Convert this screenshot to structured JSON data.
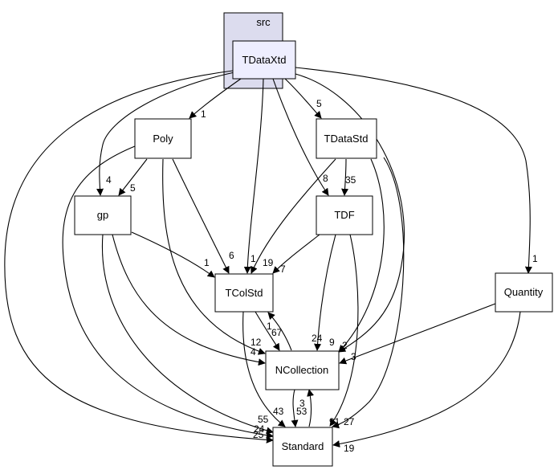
{
  "cluster": {
    "label": "src"
  },
  "nodes": {
    "tdataxtd": "TDataXtd",
    "poly": "Poly",
    "tdatastd": "TDataStd",
    "gp": "gp",
    "tdf": "TDF",
    "tcolstd": "TColStd",
    "quantity": "Quantity",
    "ncollection": "NCollection",
    "standard": "Standard"
  },
  "edges": {
    "tdataxtd_poly": "1",
    "tdataxtd_tdatastd": "5",
    "tdataxtd_gp": "4",
    "tdataxtd_tdf": "8",
    "tdataxtd_tcolstd": "1",
    "tdataxtd_quantity": "1",
    "tdataxtd_ncollection": "9",
    "tdataxtd_standard": "25",
    "poly_gp": "5",
    "poly_tcolstd": "6",
    "poly_ncollection": "12",
    "poly_standard": "24",
    "tdatastd_tdf": "35",
    "tdatastd_tcolstd": "19",
    "tdatastd_ncollection": "2",
    "tdatastd_standard": "91",
    "gp_tcolstd": "1",
    "gp_ncollection": "4",
    "gp_standard": "55",
    "tdf_tcolstd": "7",
    "tdf_ncollection": "24",
    "tdf_standard": "27",
    "tcolstd_ncollection": "67",
    "tcolstd_standard": "43",
    "ncollection_tcolstd": "1",
    "ncollection_standard": "53",
    "standard_ncollection": "3",
    "quantity_ncollection": "3",
    "quantity_standard": "19"
  }
}
